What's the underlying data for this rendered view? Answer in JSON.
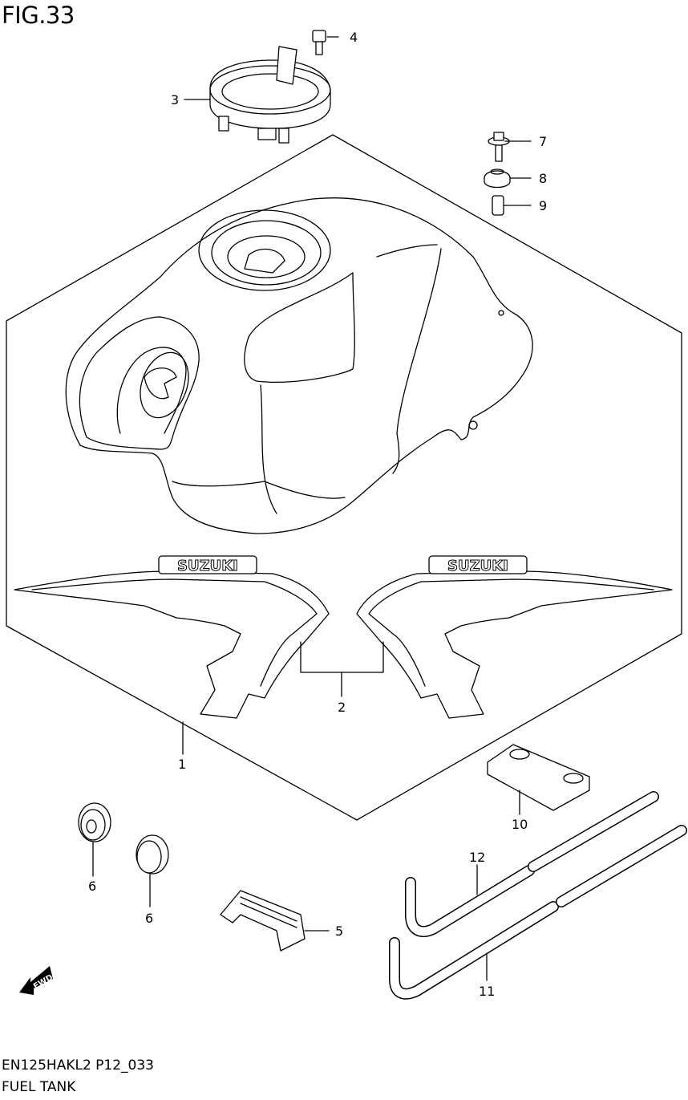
{
  "header": {
    "figure": "FIG.33"
  },
  "footer": {
    "model_code": "EN125HAKL2 P12_033",
    "section_name": "FUEL TANK"
  },
  "decal_text": "SUZUKI",
  "fwd_label": "FWD",
  "callouts": {
    "c1": "1",
    "c2": "2",
    "c3": "3",
    "c4": "4",
    "c5": "5",
    "c6a": "6",
    "c6b": "6",
    "c7": "7",
    "c8": "8",
    "c9": "9",
    "c10": "10",
    "c11": "11",
    "c12": "12"
  }
}
